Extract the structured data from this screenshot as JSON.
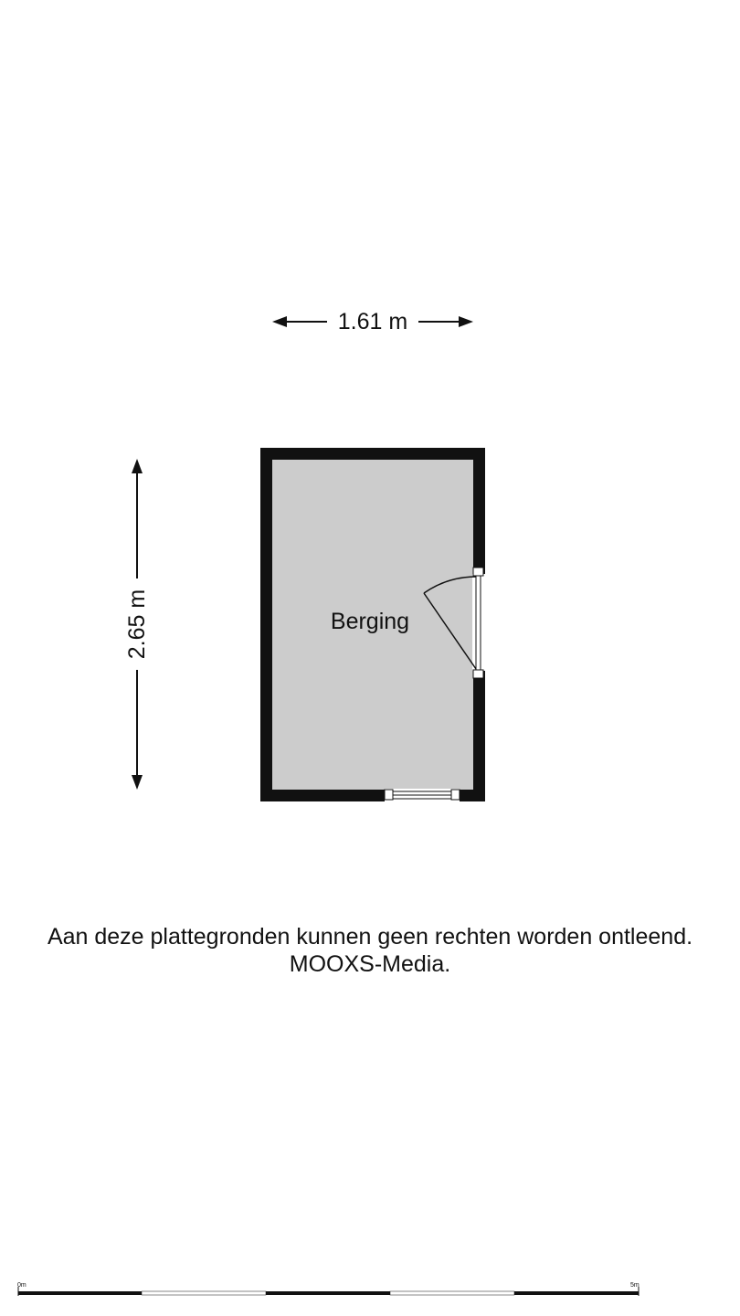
{
  "dimensions": {
    "width": "1.61 m",
    "height": "2.65 m"
  },
  "room": {
    "name": "Berging"
  },
  "disclaimer": {
    "line1": "Aan deze plattegronden kunnen geen rechten worden ontleend.",
    "line2": "MOOXS-Media."
  },
  "scale_bar": {
    "start_label": "0m",
    "end_label": "5m"
  },
  "colors": {
    "wall": "#111111",
    "floor": "#cccccc"
  }
}
